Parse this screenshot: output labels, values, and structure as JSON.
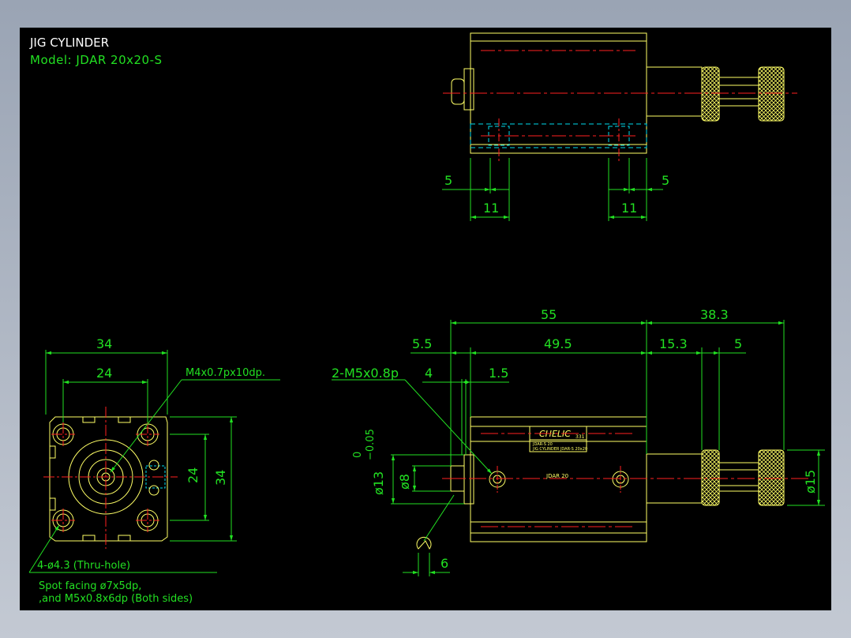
{
  "title": {
    "line1": "JIG CYLINDER",
    "line2": "Model:  JDAR 20x20-S"
  },
  "colors": {
    "background": "#000000",
    "outline": "#ffff66",
    "dimension": "#22e022",
    "centerline": "#ff2020",
    "hidden": "#00ddee",
    "title_white": "#ffffff"
  },
  "top_view": {
    "dims": {
      "left_5": "5",
      "right_5": "5",
      "left_11": "11",
      "right_11": "11"
    }
  },
  "front_view": {
    "dims": {
      "w34": "34",
      "w24": "24",
      "h24": "24",
      "h34": "34"
    },
    "notes": {
      "thread": "M4x0.7px10dp.",
      "holes": "4-ø4.3 (Thru-hole)",
      "spot1": "Spot facing ø7x5dp,",
      "spot2": ",and M5x0.8x6dp (Both sides)"
    }
  },
  "side_view": {
    "dims": {
      "d55": "55",
      "d38_3": "38.3",
      "d5_5": "5.5",
      "d49_5": "49.5",
      "d15_3": "15.3",
      "d5": "5",
      "d4": "4",
      "d1_5": "1.5",
      "port": "2-M5x0.8p",
      "d6": "6",
      "dia15": "ø15",
      "dia8": "ø8",
      "dia13": "ø13",
      "tol_upper": "0",
      "tol_lower": "−0.05"
    },
    "label": {
      "brand": "CHELIC",
      "brand_sub": "331",
      "line1": "JDAR-S 20",
      "line2": "JIG CYLINDER  JDAR-S 20x20",
      "body_text": "JDAR 20"
    }
  }
}
